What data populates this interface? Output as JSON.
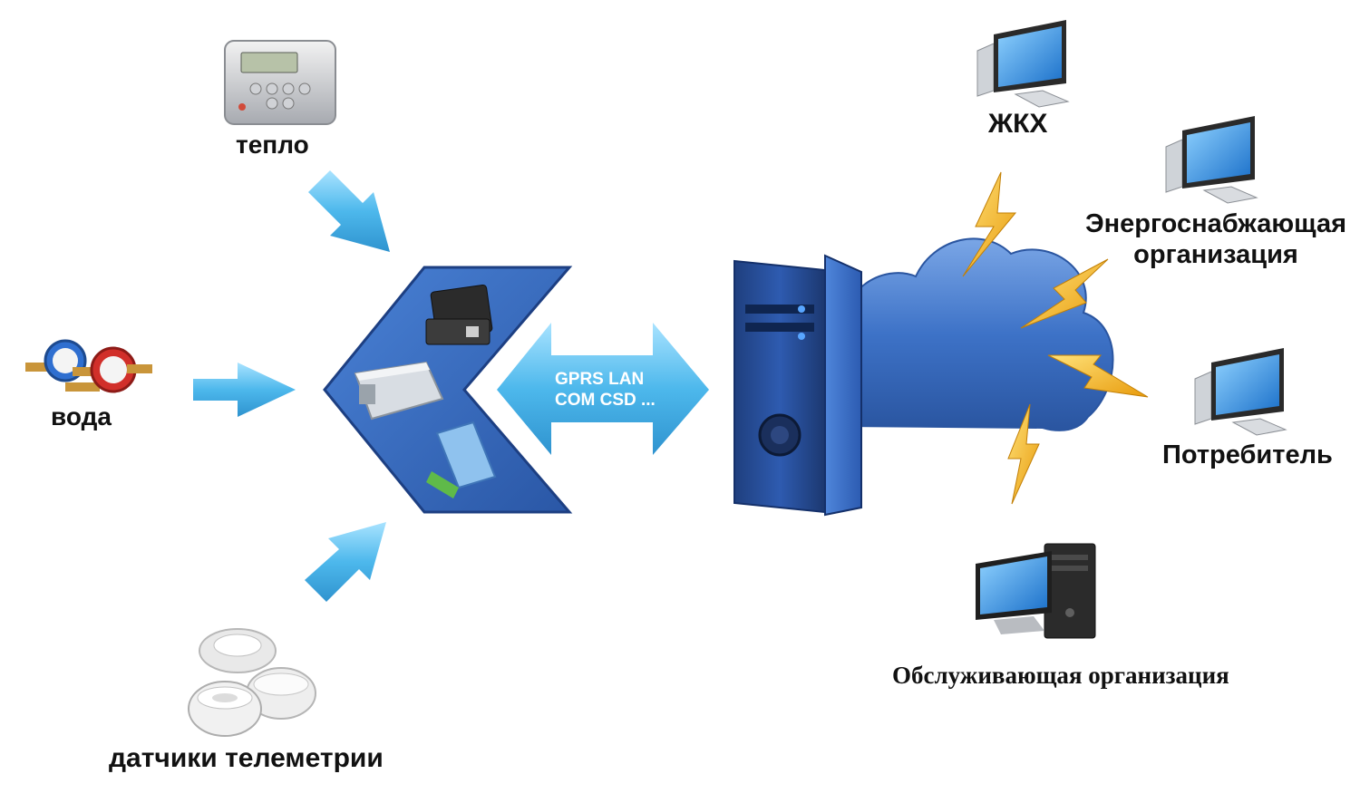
{
  "sources": {
    "heat": {
      "label": "тепло",
      "icon": "heat-meter-icon"
    },
    "water": {
      "label": "вода",
      "icon": "water-meter-icon"
    },
    "telemetry": {
      "label": "датчики телеметрии",
      "icon": "smoke-sensor-icon"
    }
  },
  "link": {
    "row1": "GPRS  LAN",
    "row2": "COM   CSD ..."
  },
  "clients": {
    "utility": {
      "label": "ЖКХ",
      "icon": "monitor-icon"
    },
    "energy": {
      "label_line1": "Энергоснабжающая",
      "label_line2": "организация",
      "icon": "monitor-icon"
    },
    "consumer": {
      "label": "Потребитель",
      "icon": "monitor-icon"
    },
    "service": {
      "label": "Обслуживающая организация",
      "icon": "desktop-computer-icon"
    }
  },
  "colors": {
    "arrow": "#4db8ec",
    "panel": "#3c70c4",
    "cloud": "#3a74c8",
    "lightning": "#f4b51c",
    "server": "#3b67b8"
  }
}
